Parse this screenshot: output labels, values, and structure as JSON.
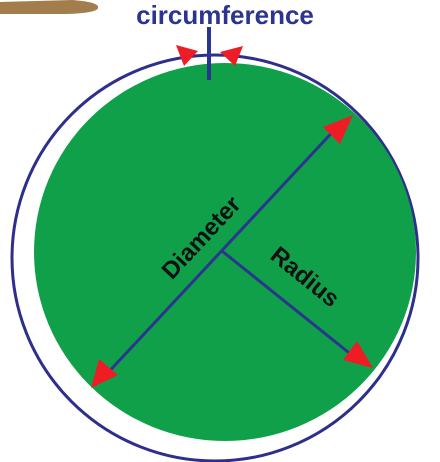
{
  "labels": {
    "circumference": "circumference",
    "diameter": "Diameter",
    "radius": "Radius"
  },
  "colors": {
    "fill": "#10A04A",
    "outline": "#2E2E8C",
    "line": "#2B3590",
    "arrowhead": "#EE1C24",
    "brush": "#A37E4C",
    "background": "#FFFFFF"
  }
}
